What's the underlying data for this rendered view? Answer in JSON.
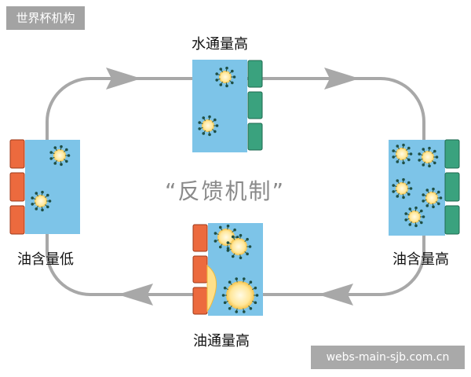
{
  "watermark_top": "世界杯机构",
  "watermark_bottom": "webs-main-sjb.com.cn",
  "center_label": "“反馈机制”",
  "nodes": {
    "top": {
      "label": "水通量高"
    },
    "right": {
      "label": "油含量高"
    },
    "bottom": {
      "label": "油通量高"
    },
    "left": {
      "label": "油含量低"
    }
  },
  "colors": {
    "cell": "#7dc4e8",
    "green_block": "#3aa27e",
    "orange_block": "#ec6a3e",
    "arrow": "#a8a8a8",
    "droplet": "#fff4c2"
  }
}
